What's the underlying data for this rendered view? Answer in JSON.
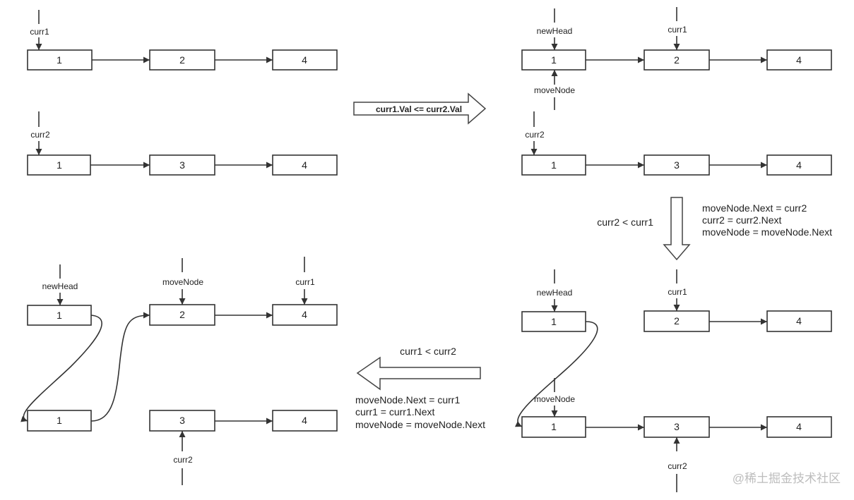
{
  "labels": {
    "curr1": "curr1",
    "curr2": "curr2",
    "newHead": "newHead",
    "moveNode": "moveNode"
  },
  "panels": {
    "top_left": {
      "list1": [
        "1",
        "2",
        "4"
      ],
      "list2": [
        "1",
        "3",
        "4"
      ]
    },
    "top_right": {
      "list1": [
        "1",
        "2",
        "4"
      ],
      "list2": [
        "1",
        "3",
        "4"
      ]
    },
    "bottom_right": {
      "list1": [
        "1",
        "2",
        "4"
      ],
      "list2": [
        "1",
        "3",
        "4"
      ]
    },
    "bottom_left": {
      "list1": [
        "1",
        "2",
        "4"
      ],
      "list2": [
        "1",
        "3",
        "4"
      ]
    }
  },
  "transitions": {
    "right": {
      "condition": "curr1.Val <= curr2.Val"
    },
    "down": {
      "condition": "curr2 < curr1",
      "code": [
        "moveNode.Next = curr2",
        "curr2 = curr2.Next",
        "moveNode = moveNode.Next"
      ]
    },
    "left": {
      "condition": "curr1 < curr2",
      "code": [
        "moveNode.Next = curr1",
        "curr1 = curr1.Next",
        "moveNode = moveNode.Next"
      ]
    }
  },
  "watermark": "@稀土掘金技术社区",
  "colors": {
    "stroke": "#333333",
    "text": "#222222",
    "watermark": "#bdbdbd"
  }
}
